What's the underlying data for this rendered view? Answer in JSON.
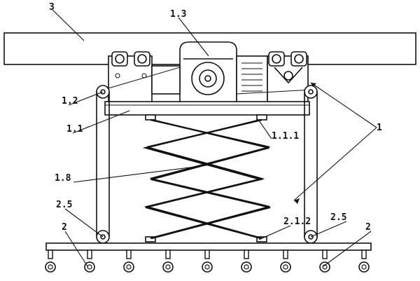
{
  "labels": {
    "beam": "3",
    "motor_unit": "1.3",
    "left_pulley": "1.2",
    "upper_frame": "1.1",
    "scissor_pin": "1.1.1",
    "scissor_lift": "1.8",
    "assembly": "1",
    "left_lower_pulley": "2.5",
    "right_lower_pulley": "2.5",
    "lower_pin": "2.1.2",
    "bar_left": "2",
    "bar_right": "2"
  },
  "hook_count": 9
}
